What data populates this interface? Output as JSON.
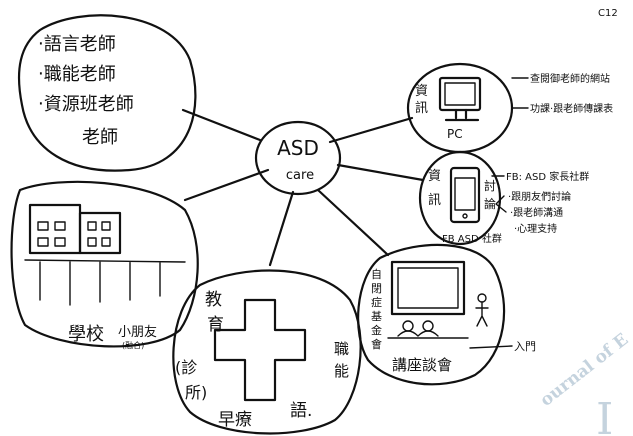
{
  "page_code": "C12",
  "center": {
    "line1": "ASD",
    "line2": "care"
  },
  "teachers": {
    "items": [
      "‧語言老師",
      "‧職能老師",
      "‧資源班老師"
    ],
    "title": "老師"
  },
  "info_pc": {
    "side_label": [
      "資",
      "訊"
    ],
    "device_label": "PC",
    "notes": [
      "查閱御老師的網站",
      "功課‧跟老師傳課表"
    ]
  },
  "info_fb": {
    "side_label": [
      "資",
      "訊"
    ],
    "device_label": "FB ASD 社群",
    "discuss_label": [
      "討",
      "論"
    ],
    "notes": [
      "FB: ASD 家長社群",
      "‧跟朋友們討論",
      "‧跟老師溝通",
      "‧心理支持"
    ]
  },
  "school": {
    "label": "學校",
    "sub_label": "小朋友",
    "tiny": "(融合)"
  },
  "clinic": {
    "left_vertical": [
      "教",
      "育"
    ],
    "clinic_label": [
      "(診",
      "所)"
    ],
    "bottom_label": "早療",
    "speech_label": "語.",
    "ot_label": [
      "職",
      "能"
    ]
  },
  "foundation": {
    "side_label": [
      "自",
      "閉",
      "症",
      "基",
      "金",
      "會"
    ],
    "event_label": "講座談會",
    "arrow_note": "入門"
  },
  "watermark": {
    "line1": "ournal of E",
    "letter": "I"
  }
}
